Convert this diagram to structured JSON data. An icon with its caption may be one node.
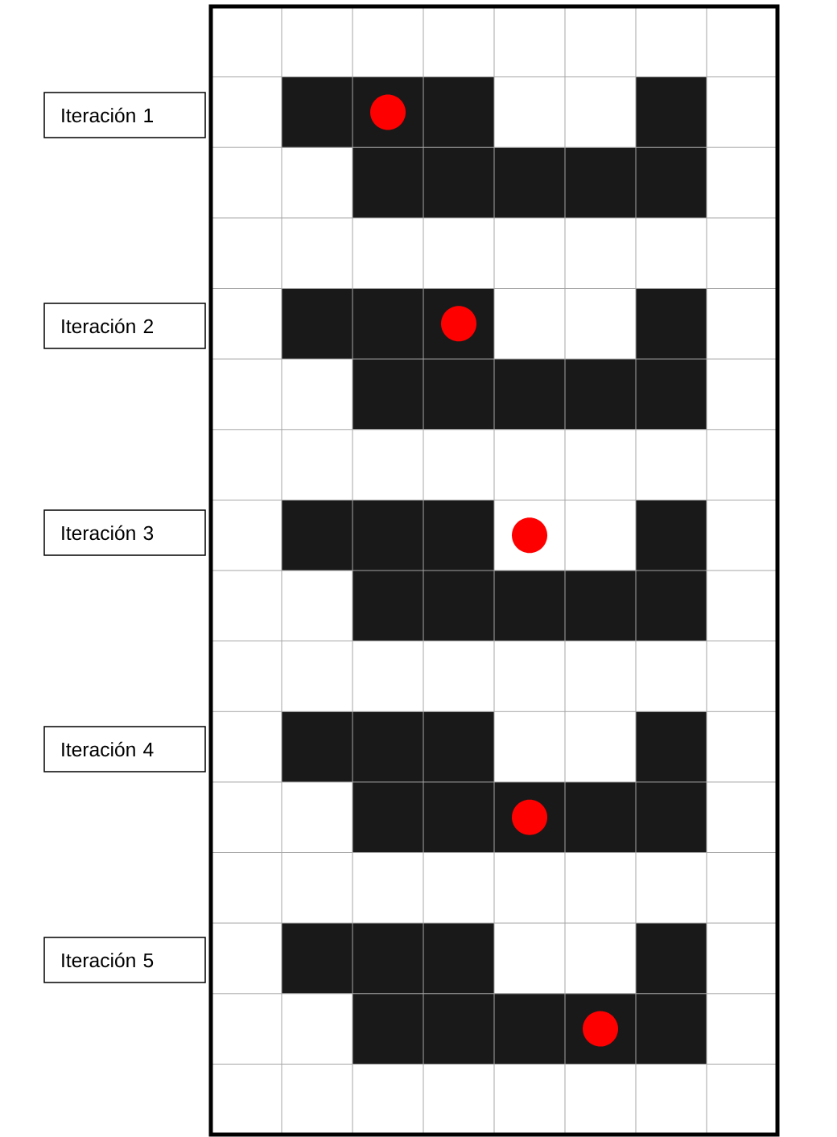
{
  "diagram": {
    "nodes": [
      {
        "text": [
          "Iteración 1"
        ]
      },
      {
        "text": [
          "Iteración 2"
        ]
      },
      {
        "text": [
          "Iteración 3"
        ]
      },
      {
        "text": [
          "Iteración 4"
        ]
      },
      {
        "text": [
          "Iteración 5"
        ]
      }
    ]
  }
}
